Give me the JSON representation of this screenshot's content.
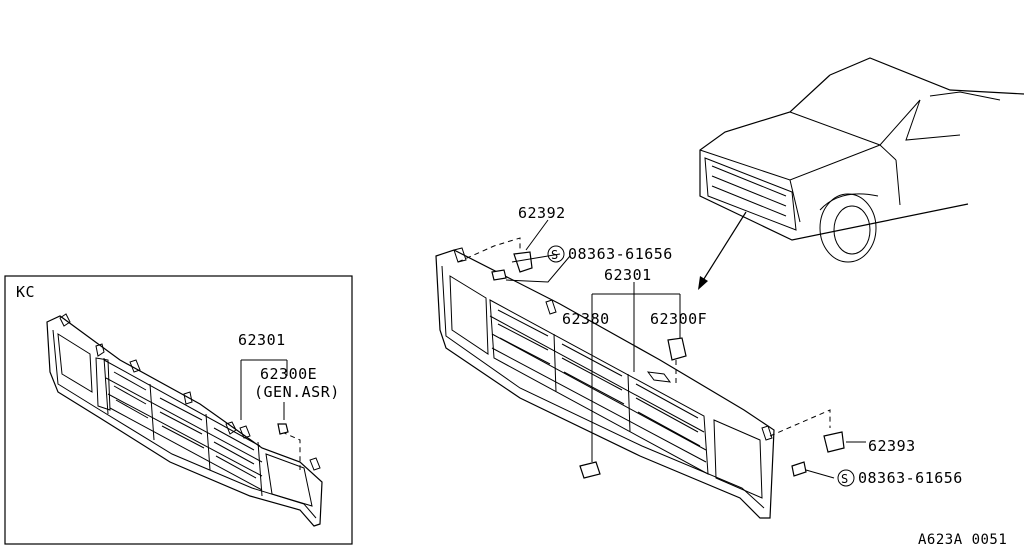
{
  "inset": {
    "label": "KC",
    "parts": {
      "grille": "62301",
      "emblem": "62300E",
      "emblem_note": "(GEN.ASR)"
    }
  },
  "main": {
    "parts": {
      "grille": "62301",
      "bracket_left": "62392",
      "screw_left": "08363-61656",
      "clip": "62380",
      "emblem": "62300F",
      "bracket_right": "62393",
      "screw_right": "08363-61656"
    },
    "screw_prefix": "S"
  },
  "ref_code": "A623A 0051"
}
